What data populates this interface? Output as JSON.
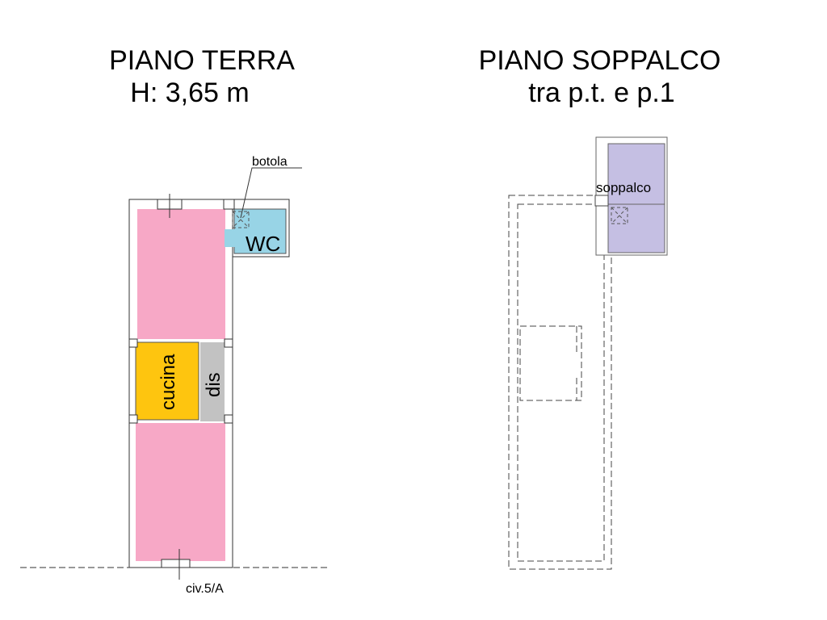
{
  "left_plan": {
    "title": "PIANO TERRA",
    "subtitle": "H: 3,65 m",
    "rooms": {
      "wc": "WC",
      "cucina": "cucina",
      "dis": "dis"
    },
    "annotations": {
      "hatch": "botola",
      "address": "civ.5/A"
    }
  },
  "right_plan": {
    "title": "PIANO SOPPALCO",
    "subtitle": "tra p.t. e p.1",
    "rooms": {
      "soppalco": "soppalco"
    }
  },
  "colors": {
    "living": "#f7a8c6",
    "wc": "#98d4e6",
    "cucina": "#fec50f",
    "dis": "#c2c2c2",
    "soppalco": "#c5bfe3"
  }
}
